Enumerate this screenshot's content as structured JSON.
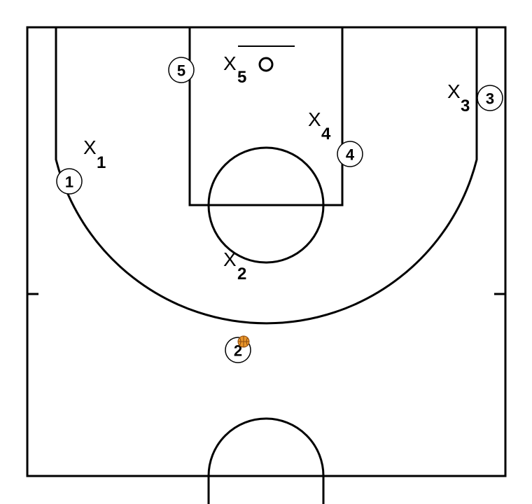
{
  "offense": [
    {
      "id": "o1",
      "label": "1"
    },
    {
      "id": "o2",
      "label": "2",
      "has_ball": true
    },
    {
      "id": "o3",
      "label": "3"
    },
    {
      "id": "o4",
      "label": "4"
    },
    {
      "id": "o5",
      "label": "5"
    }
  ],
  "defense": [
    {
      "id": "x1",
      "letter": "X",
      "sub": "1"
    },
    {
      "id": "x2",
      "letter": "X",
      "sub": "2"
    },
    {
      "id": "x3",
      "letter": "X",
      "sub": "3"
    },
    {
      "id": "x4",
      "letter": "X",
      "sub": "4"
    },
    {
      "id": "x5",
      "letter": "X",
      "sub": "5"
    }
  ],
  "colors": {
    "court_lines": "#000000",
    "background": "#ffffff",
    "ball": "#e8952a"
  },
  "icons": {
    "ball": "basketball-icon",
    "rim": "rim-icon"
  }
}
